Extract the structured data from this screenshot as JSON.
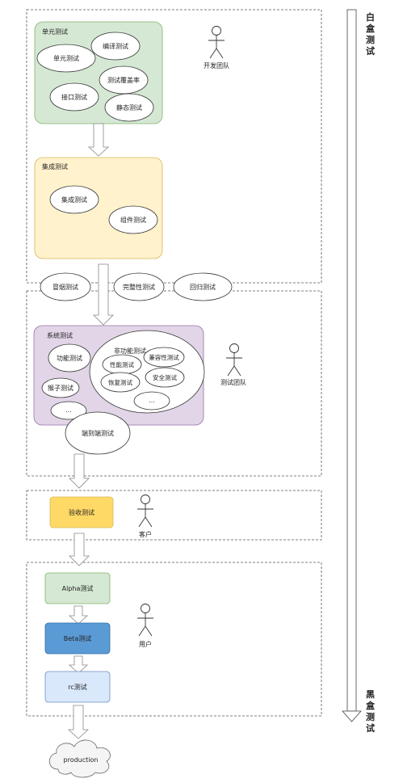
{
  "unit_testing": {
    "group_label": "单元测试",
    "items": [
      "单元测试",
      "编译测试",
      "测试覆盖率",
      "接口测试",
      "静态测试"
    ]
  },
  "integration_testing": {
    "group_label": "集成测试",
    "items": [
      "集成测试",
      "组件测试"
    ]
  },
  "bridge_tests": [
    "冒烟测试",
    "完整性测试",
    "回归测试"
  ],
  "system_testing": {
    "group_label": "系统测试",
    "items": [
      "功能测试",
      "猴子测试",
      "..."
    ],
    "non_functional": {
      "label": "非功能测试",
      "items": [
        "性能测试",
        "兼容性测试",
        "恢复测试",
        "安全测试",
        "..."
      ]
    },
    "e2e": "端到端测试"
  },
  "acceptance": {
    "label": "验收测试"
  },
  "release_stages": [
    "Alpha测试",
    "Beta测试",
    "rc测试"
  ],
  "final": "production",
  "actors": {
    "dev_team": "开发团队",
    "test_team": "测试团队",
    "customer": "客户",
    "user": "用户"
  },
  "axis": {
    "top": "白盒测试",
    "bottom": "黑盒测试"
  },
  "colors": {
    "unit_fill": "#d5e8d4",
    "unit_stroke": "#82b366",
    "integ_fill": "#fff2cc",
    "integ_stroke": "#d6b656",
    "sys_fill": "#e1d5e7",
    "sys_stroke": "#9673a6",
    "accept_fill": "#ffd966",
    "accept_stroke": "#d6b656",
    "alpha_fill": "#d5e8d4",
    "alpha_stroke": "#82b366",
    "beta_fill": "#5b9bd5",
    "beta_stroke": "#2f6ea8",
    "rc_fill": "#dae8fc",
    "rc_stroke": "#6c8ebf"
  }
}
